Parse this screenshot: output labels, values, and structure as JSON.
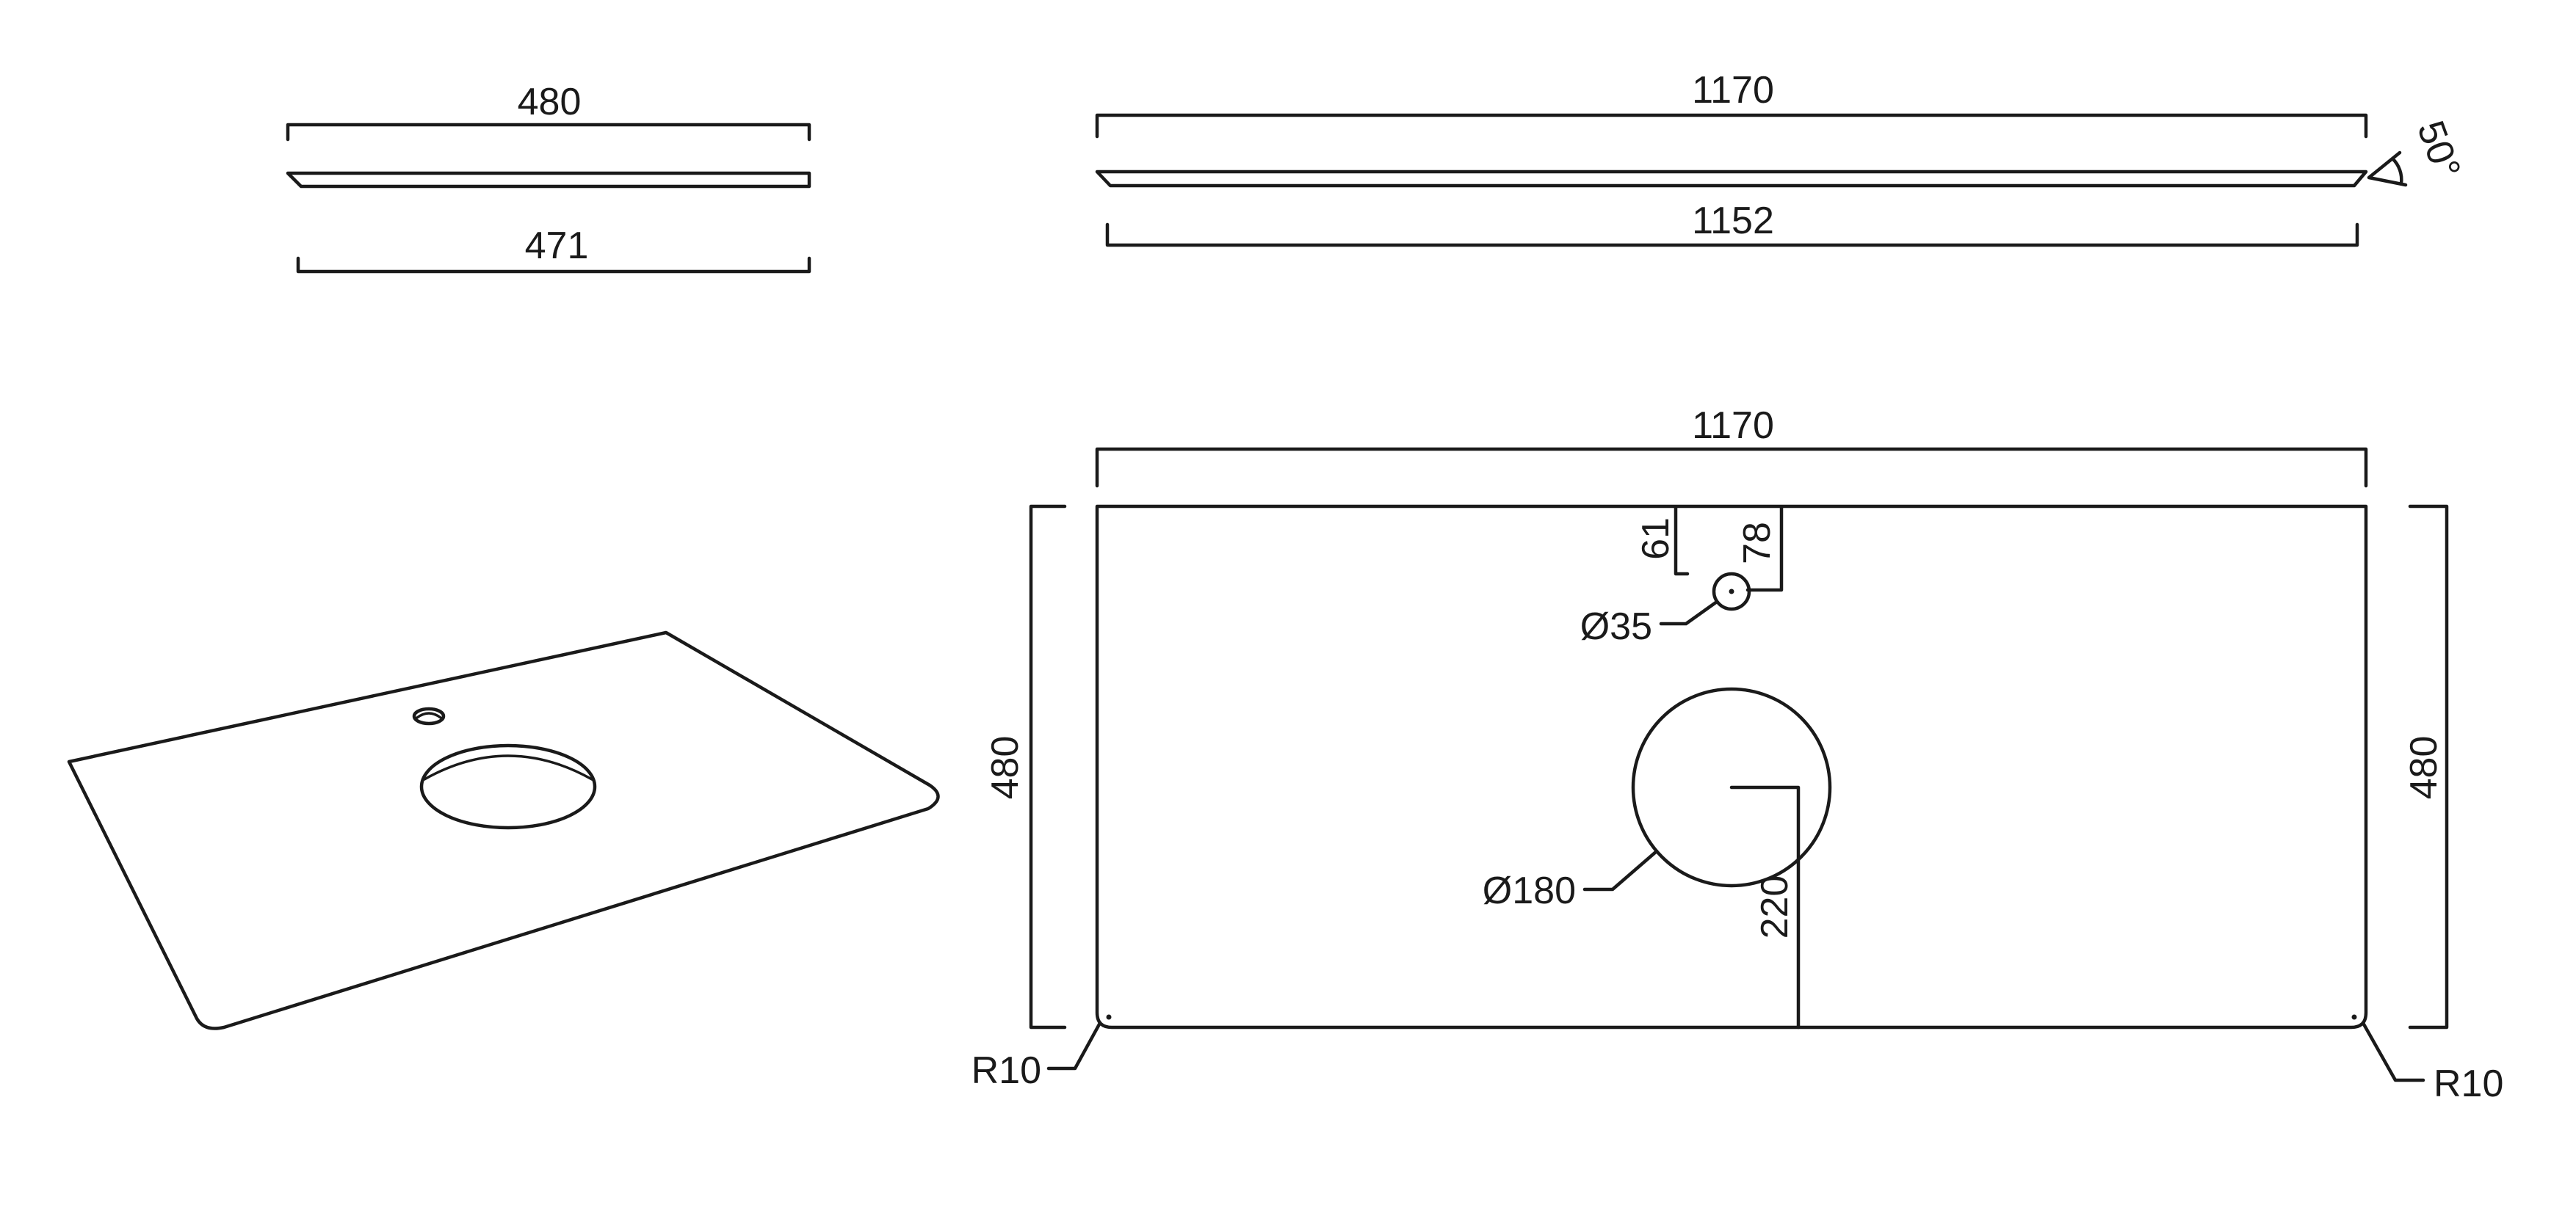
{
  "side_view_short": {
    "top_dimension": "480",
    "bottom_dimension": "471"
  },
  "side_view_long": {
    "top_dimension": "1170",
    "bottom_dimension": "1152",
    "angle": "50°"
  },
  "plan_view": {
    "width_dimension": "1170",
    "left_height_dimension": "480",
    "right_height_dimension": "480",
    "tap_hole_offset_y": "61",
    "tap_hole_offset_x": "78",
    "tap_hole_diameter": "Ø35",
    "basin_diameter": "Ø180",
    "basin_offset": "220",
    "corner_radius_left": "R10",
    "corner_radius_right": "R10"
  }
}
